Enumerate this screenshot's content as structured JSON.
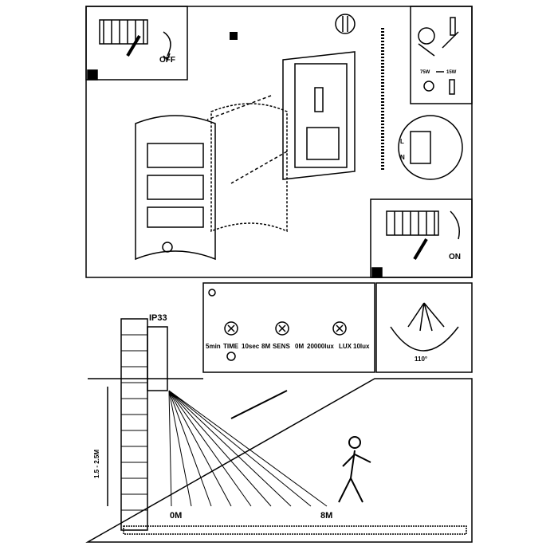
{
  "switch_off_label": "OFF",
  "switch_on_label": "ON",
  "bulbs": {
    "incandescent": "75W",
    "cfl": "15W"
  },
  "wiring": {
    "l": "L",
    "n": "N"
  },
  "settings": {
    "time": {
      "plus": "5min",
      "label": "TIME",
      "minus": "10sec"
    },
    "sens": {
      "plus": "8M",
      "label": "SENS",
      "minus": "0M"
    },
    "lux": {
      "plus": "20000lux",
      "label": "LUX",
      "minus": "10lux"
    }
  },
  "angle_label": "110°",
  "ip_rating": "IP33",
  "height_label": "1.5 - 2.5M",
  "range_start": "0M",
  "range_end": "8M"
}
